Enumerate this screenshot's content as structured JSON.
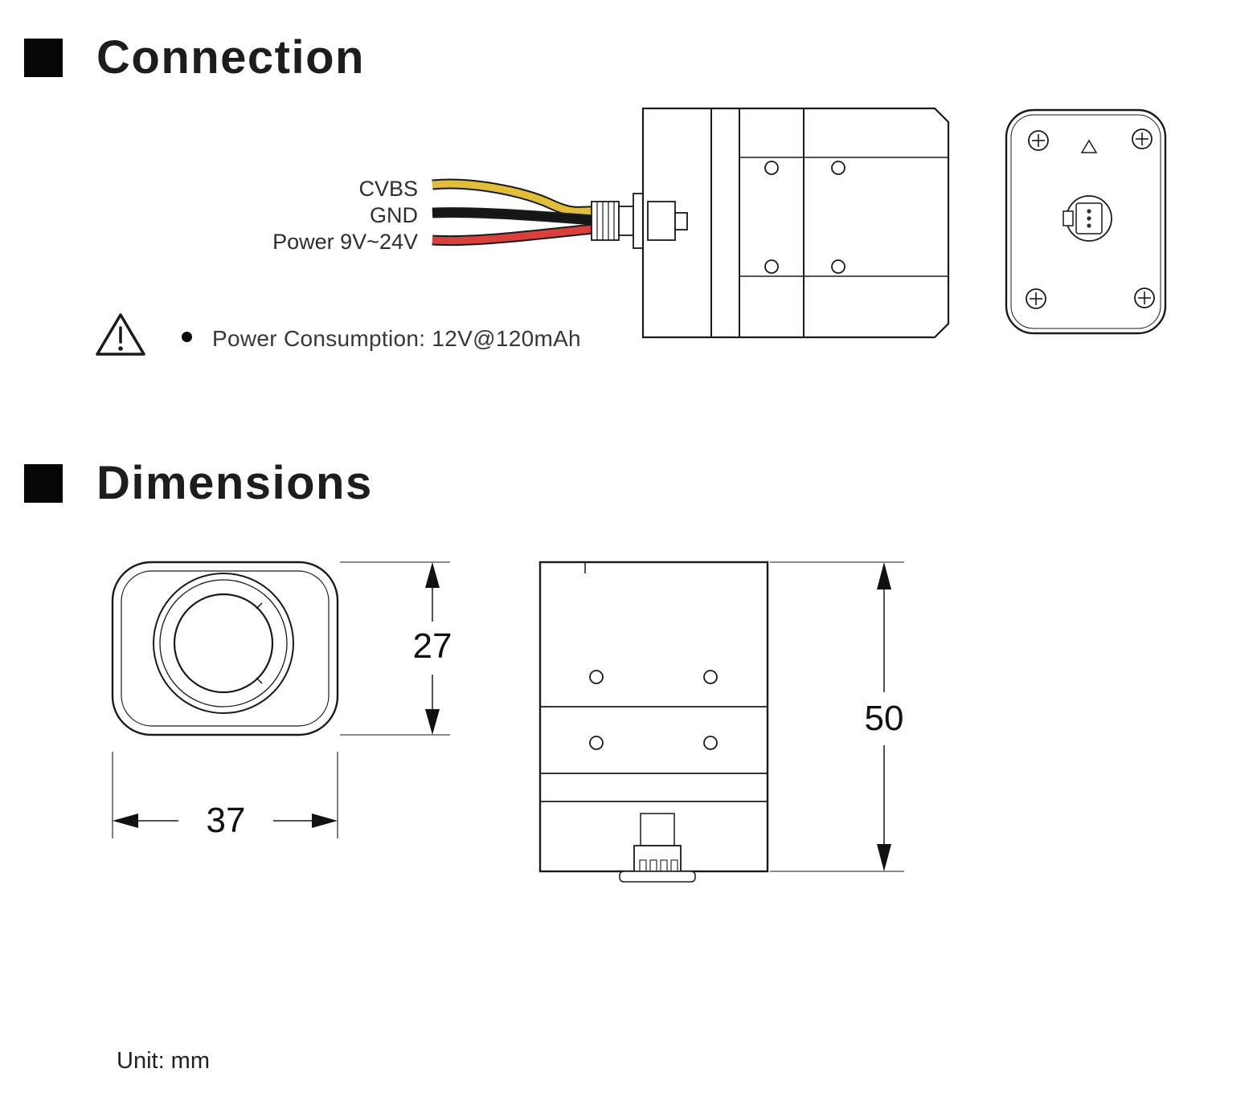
{
  "connection": {
    "title": "Connection",
    "wires": [
      {
        "label": "CVBS",
        "color": "#e2bd3a"
      },
      {
        "label": "GND",
        "color": "#161616"
      },
      {
        "label": "Power 9V~24V",
        "color": "#d8403c"
      }
    ],
    "note": "Power Consumption: 12V@120mAh"
  },
  "dimensions": {
    "title": "Dimensions",
    "front_view": {
      "height_mm": "27",
      "width_mm": "37"
    },
    "side_view": {
      "height_mm": "50"
    }
  },
  "footer": {
    "unit_label": "Unit: mm"
  }
}
